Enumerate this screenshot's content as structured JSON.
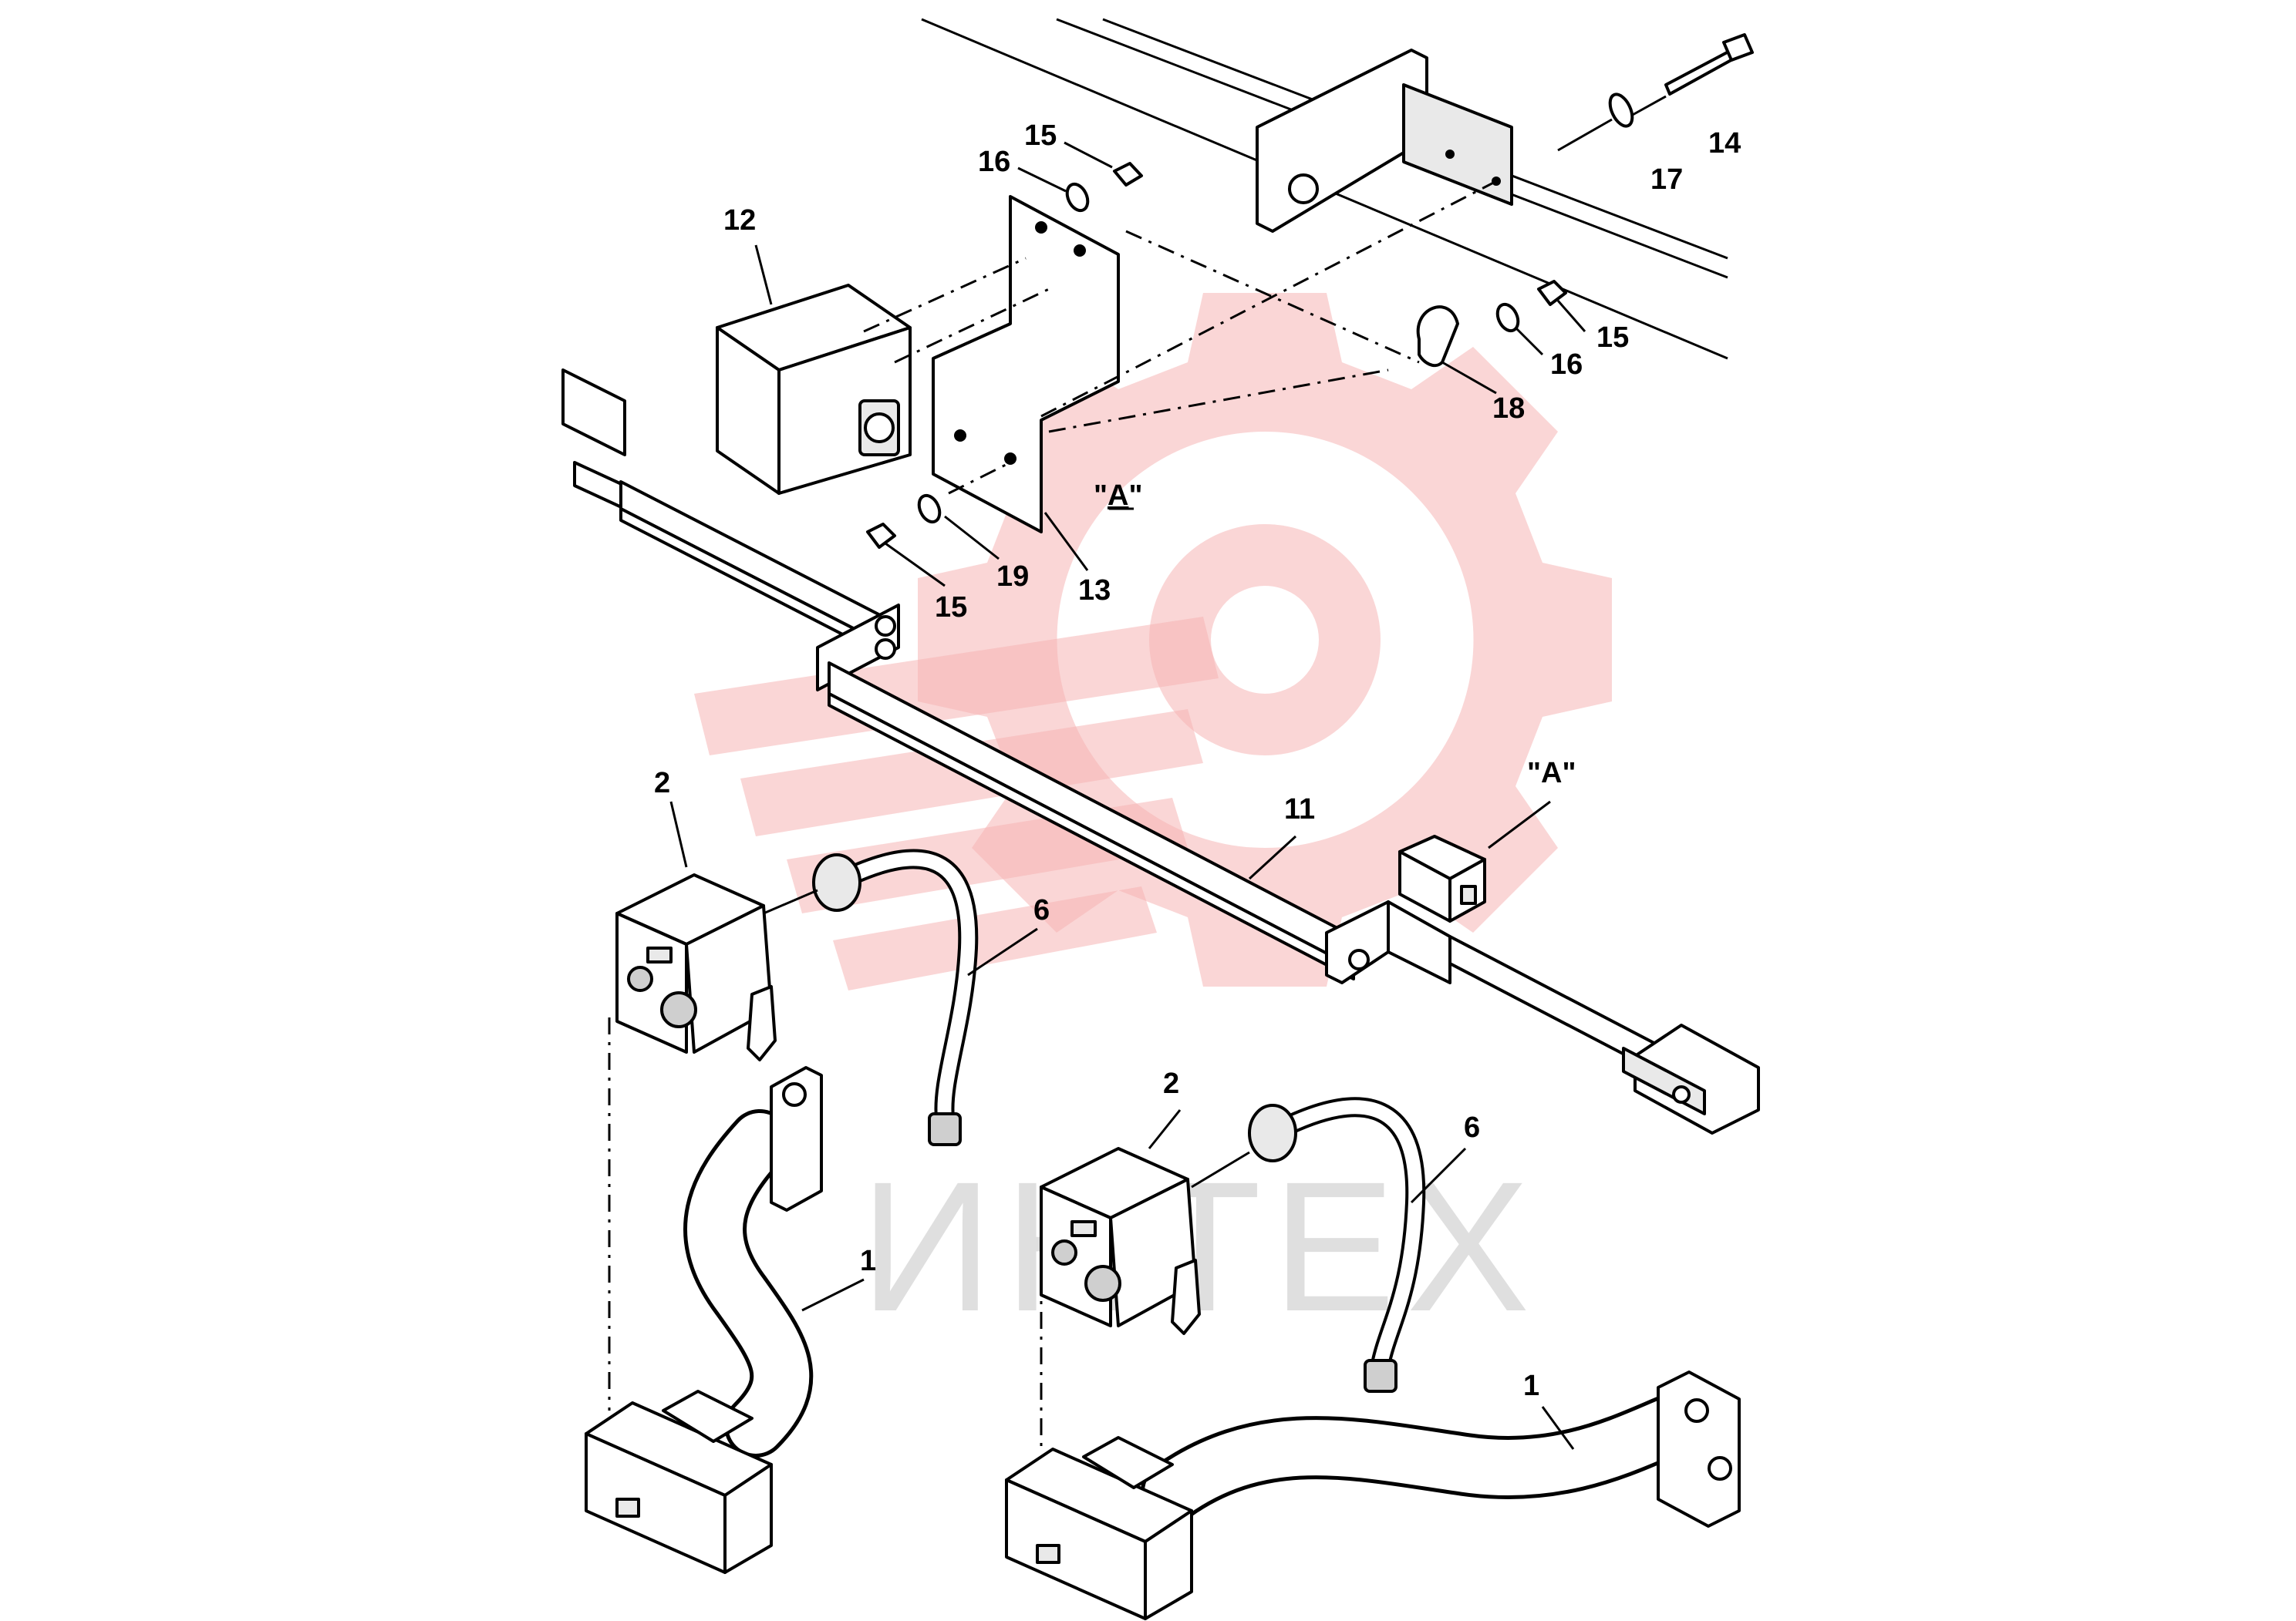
{
  "watermark": {
    "text": "ИНТЕХ",
    "logo": "gear-wrench-logo",
    "color": "#f5b5b5"
  },
  "callouts": {
    "c1a": "1",
    "c1b": "1",
    "c2a": "2",
    "c2b": "2",
    "c6a": "6",
    "c6b": "6",
    "c11": "11",
    "c12": "12",
    "c13": "13",
    "c14": "14",
    "c15a": "15",
    "c15b": "15",
    "c15c": "15",
    "c16a": "16",
    "c16b": "16",
    "c17": "17",
    "c18": "18",
    "c19": "19"
  },
  "view_marks": {
    "detail_ref_prefix": "\"",
    "detail_ref_letter": "A",
    "detail_ref_suffix": "\"",
    "detail_tag": "\"A\""
  }
}
